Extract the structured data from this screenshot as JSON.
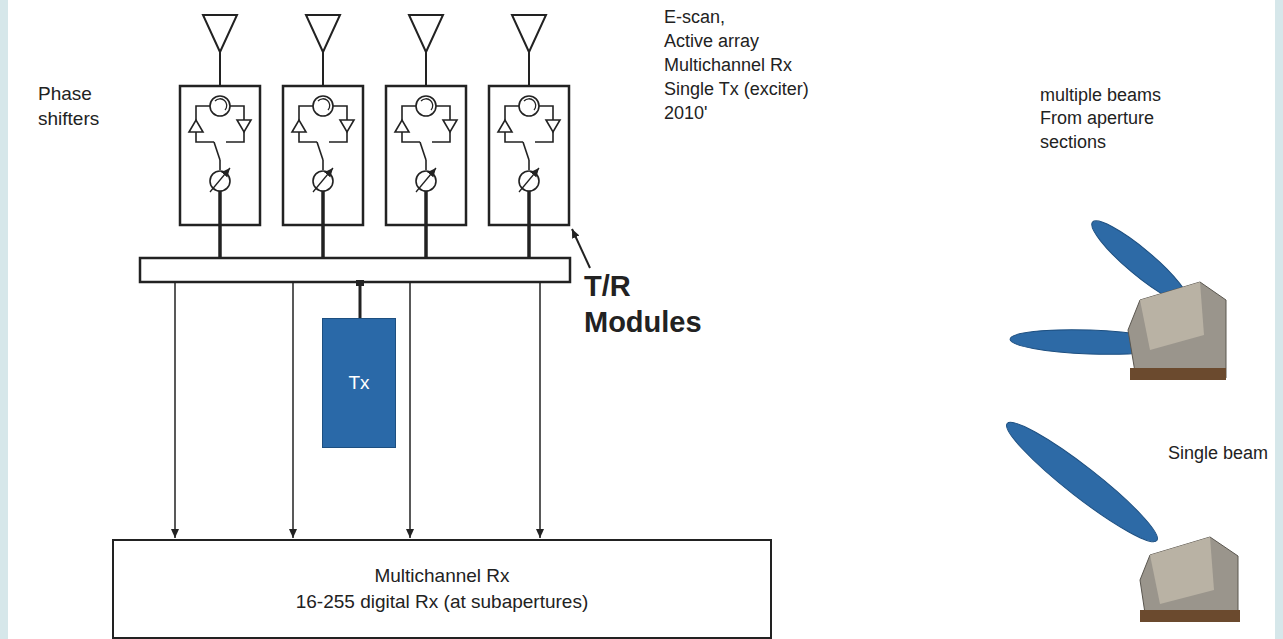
{
  "diagram": {
    "nodes": [
      {
        "text": [
          "Tx"
        ]
      },
      {
        "text": [
          "Multichannel Rx",
          "16-255 digital Rx (at subapertures)"
        ]
      }
    ],
    "labels": [
      "Phase shifters",
      "E-scan,",
      "Active array",
      "Multichannel Rx",
      "Single Tx (exciter)",
      "2010'",
      "T/R Modules",
      "multiple beams From aperture sections",
      "Single beam"
    ]
  }
}
